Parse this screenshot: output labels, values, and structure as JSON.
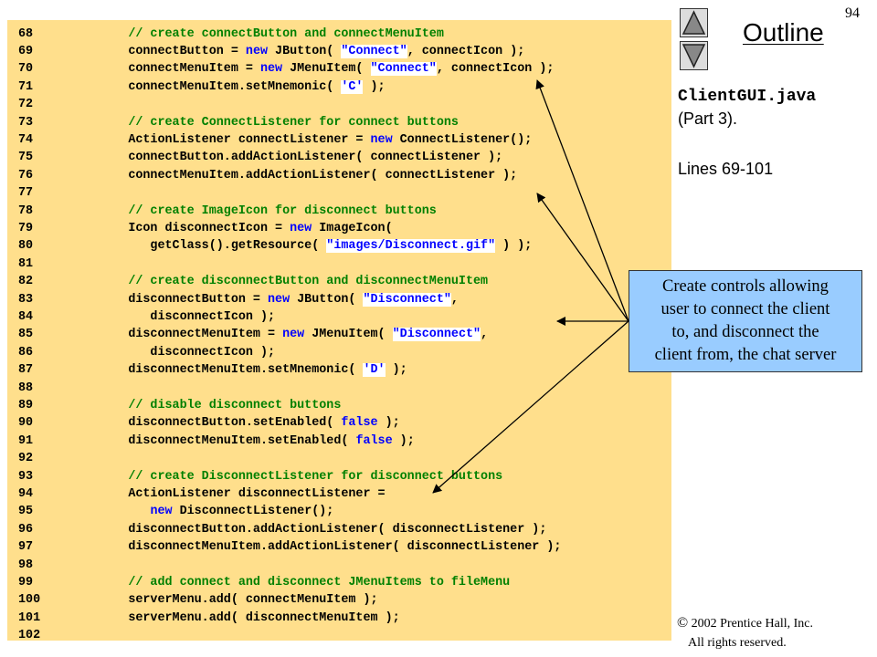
{
  "header": {
    "page_number": "94",
    "outline_title": "Outline",
    "nav_up_icon": "triangle-up-icon",
    "nav_down_icon": "triangle-down-icon"
  },
  "sidebar": {
    "file_name": "ClientGUI.java",
    "part_label": "(Part 3).",
    "lines_label": "Lines 69-101"
  },
  "callout": {
    "lines": [
      "Create controls allowing",
      "user to connect the client",
      "to, and disconnect the",
      "client from, the chat server"
    ]
  },
  "footer": {
    "copyright_symbol": "©",
    "copyright_text": " 2002 Prentice Hall, Inc.",
    "rights_text": "All rights reserved."
  },
  "colors": {
    "code_background": "#ffdf8c",
    "comment": "#008000",
    "keyword": "#0000ff",
    "string": "#0000ff",
    "callout_background": "#99ccff"
  },
  "code": {
    "lines": [
      {
        "n": "68",
        "tokens": [
          {
            "t": "         "
          },
          {
            "t": "// create connectButton and connectMenuItem",
            "c": "cm"
          }
        ]
      },
      {
        "n": "69",
        "tokens": [
          {
            "t": "         connectButton = "
          },
          {
            "t": "new",
            "c": "kw"
          },
          {
            "t": " JButton( "
          },
          {
            "t": "\"Connect\"",
            "c": "st"
          },
          {
            "t": ", connectIcon );"
          }
        ]
      },
      {
        "n": "70",
        "tokens": [
          {
            "t": "         connectMenuItem = "
          },
          {
            "t": "new",
            "c": "kw"
          },
          {
            "t": " JMenuItem( "
          },
          {
            "t": "\"Connect\"",
            "c": "st"
          },
          {
            "t": ", connectIcon );"
          }
        ]
      },
      {
        "n": "71",
        "tokens": [
          {
            "t": "         connectMenuItem.setMnemonic( "
          },
          {
            "t": "'C'",
            "c": "st"
          },
          {
            "t": " );"
          }
        ]
      },
      {
        "n": "72",
        "tokens": []
      },
      {
        "n": "73",
        "tokens": [
          {
            "t": "         "
          },
          {
            "t": "// create ConnectListener for connect buttons",
            "c": "cm"
          }
        ]
      },
      {
        "n": "74",
        "tokens": [
          {
            "t": "         ActionListener connectListener = "
          },
          {
            "t": "new",
            "c": "kw"
          },
          {
            "t": " ConnectListener();"
          }
        ]
      },
      {
        "n": "75",
        "tokens": [
          {
            "t": "         connectButton.addActionListener( connectListener );"
          }
        ]
      },
      {
        "n": "76",
        "tokens": [
          {
            "t": "         connectMenuItem.addActionListener( connectListener );"
          }
        ]
      },
      {
        "n": "77",
        "tokens": []
      },
      {
        "n": "78",
        "tokens": [
          {
            "t": "         "
          },
          {
            "t": "// create ImageIcon for disconnect buttons",
            "c": "cm"
          }
        ]
      },
      {
        "n": "79",
        "tokens": [
          {
            "t": "         Icon disconnectIcon = "
          },
          {
            "t": "new",
            "c": "kw"
          },
          {
            "t": " ImageIcon("
          }
        ]
      },
      {
        "n": "80",
        "tokens": [
          {
            "t": "            getClass().getResource( "
          },
          {
            "t": "\"images/Disconnect.gif\"",
            "c": "st"
          },
          {
            "t": " ) );"
          }
        ]
      },
      {
        "n": "81",
        "tokens": []
      },
      {
        "n": "82",
        "tokens": [
          {
            "t": "         "
          },
          {
            "t": "// create disconnectButton and disconnectMenuItem",
            "c": "cm"
          }
        ]
      },
      {
        "n": "83",
        "tokens": [
          {
            "t": "         disconnectButton = "
          },
          {
            "t": "new",
            "c": "kw"
          },
          {
            "t": " JButton( "
          },
          {
            "t": "\"Disconnect\"",
            "c": "st"
          },
          {
            "t": ","
          }
        ]
      },
      {
        "n": "84",
        "tokens": [
          {
            "t": "            disconnectIcon );"
          }
        ]
      },
      {
        "n": "85",
        "tokens": [
          {
            "t": "         disconnectMenuItem = "
          },
          {
            "t": "new",
            "c": "kw"
          },
          {
            "t": " JMenuItem( "
          },
          {
            "t": "\"Disconnect\"",
            "c": "st"
          },
          {
            "t": ","
          }
        ]
      },
      {
        "n": "86",
        "tokens": [
          {
            "t": "            disconnectIcon );"
          }
        ]
      },
      {
        "n": "87",
        "tokens": [
          {
            "t": "         disconnectMenuItem.setMnemonic( "
          },
          {
            "t": "'D'",
            "c": "st"
          },
          {
            "t": " );"
          }
        ]
      },
      {
        "n": "88",
        "tokens": []
      },
      {
        "n": "89",
        "tokens": [
          {
            "t": "         "
          },
          {
            "t": "// disable disconnect buttons",
            "c": "cm"
          }
        ]
      },
      {
        "n": "90",
        "tokens": [
          {
            "t": "         disconnectButton.setEnabled( "
          },
          {
            "t": "false",
            "c": "kw"
          },
          {
            "t": " );"
          }
        ]
      },
      {
        "n": "91",
        "tokens": [
          {
            "t": "         disconnectMenuItem.setEnabled( "
          },
          {
            "t": "false",
            "c": "kw"
          },
          {
            "t": " );"
          }
        ]
      },
      {
        "n": "92",
        "tokens": []
      },
      {
        "n": "93",
        "tokens": [
          {
            "t": "         "
          },
          {
            "t": "// create DisconnectListener for disconnect buttons",
            "c": "cm"
          }
        ]
      },
      {
        "n": "94",
        "tokens": [
          {
            "t": "         ActionListener disconnectListener ="
          }
        ]
      },
      {
        "n": "95",
        "tokens": [
          {
            "t": "            "
          },
          {
            "t": "new",
            "c": "kw"
          },
          {
            "t": " DisconnectListener();"
          }
        ]
      },
      {
        "n": "96",
        "tokens": [
          {
            "t": "         disconnectButton.addActionListener( disconnectListener );"
          }
        ]
      },
      {
        "n": "97",
        "tokens": [
          {
            "t": "         disconnectMenuItem.addActionListener( disconnectListener );"
          }
        ]
      },
      {
        "n": "98",
        "tokens": []
      },
      {
        "n": "99",
        "tokens": [
          {
            "t": "         "
          },
          {
            "t": "// add connect and disconnect JMenuItems to fileMenu",
            "c": "cm"
          }
        ]
      },
      {
        "n": "100",
        "tokens": [
          {
            "t": "         serverMenu.add( connectMenuItem );"
          }
        ]
      },
      {
        "n": "101",
        "tokens": [
          {
            "t": "         serverMenu.add( disconnectMenuItem );"
          }
        ]
      },
      {
        "n": "102",
        "tokens": []
      }
    ]
  }
}
